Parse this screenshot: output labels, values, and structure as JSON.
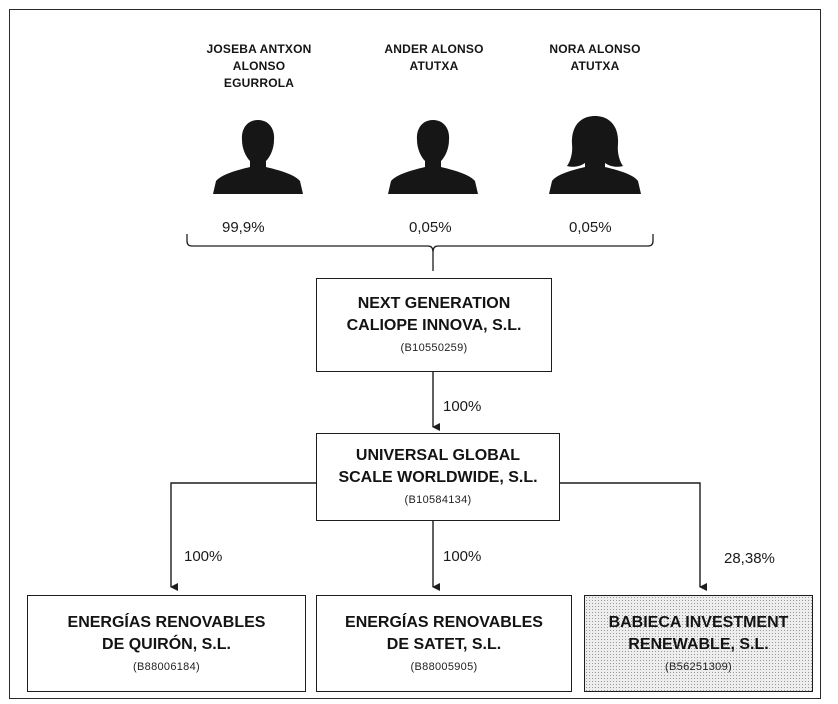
{
  "shareholders": [
    {
      "name_lines": [
        "JOSEBA ANTXON",
        "ALONSO",
        "EGURROLA"
      ],
      "icon": "male-person-icon",
      "share": "99,9%"
    },
    {
      "name_lines": [
        "ANDER ALONSO",
        "ATUTXA"
      ],
      "icon": "male-person-icon",
      "share": "0,05%"
    },
    {
      "name_lines": [
        "NORA ALONSO",
        "ATUTXA"
      ],
      "icon": "female-person-icon",
      "share": "0,05%"
    }
  ],
  "holding": {
    "name_lines": [
      "NEXT GENERATION",
      "CALIOPE INNOVA, S.L."
    ],
    "tax_id": "(B10550259)"
  },
  "holding_to_sub_pct": "100%",
  "subholding": {
    "name_lines": [
      "UNIVERSAL GLOBAL",
      "SCALE WORLDWIDE, S.L."
    ],
    "tax_id": "(B10584134)"
  },
  "subsidiaries": [
    {
      "name_lines": [
        "ENERGÍAS RENOVABLES",
        "DE QUIRÓN, S.L."
      ],
      "tax_id": "(B88006184)",
      "share": "100%",
      "shaded": false
    },
    {
      "name_lines": [
        "ENERGÍAS RENOVABLES",
        "DE SATET, S.L."
      ],
      "tax_id": "(B88005905)",
      "share": "100%",
      "shaded": false
    },
    {
      "name_lines": [
        "BABIECA INVESTMENT",
        "RENEWABLE, S.L."
      ],
      "tax_id": "(B56251309)",
      "share": "28,38%",
      "shaded": true
    }
  ],
  "colors": {
    "line": "#1d1d1d",
    "icon": "#161616",
    "shaded_fill": "#e6e6e6"
  }
}
